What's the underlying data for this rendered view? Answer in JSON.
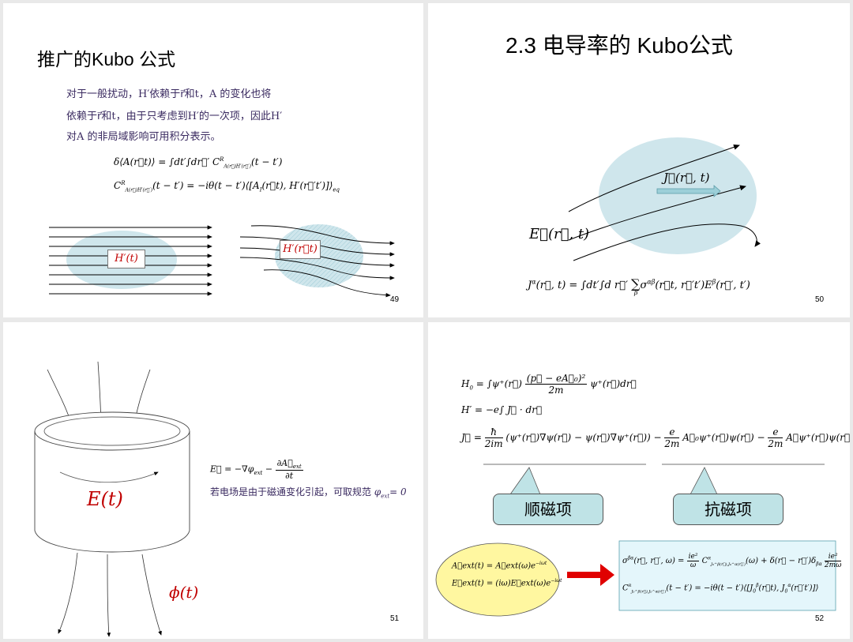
{
  "slides": [
    {
      "number": "49",
      "title": "推广的Kubo 公式",
      "lines": [
        "对于一般扰动，H′依赖于r⃗和t，A 的变化也将",
        "依赖于r⃗和t，由于只考虑到H′的一次项，因此H′",
        "对A 的非局域影响可用积分表示。"
      ],
      "eq1": "δ⟨A(r⃗t)⟩ = ∫dt′∫dr⃗′ C",
      "eq1_sup": "R",
      "eq1_sub": "A(r⃗)H′(r⃗′)",
      "eq1_tail": "(t − t′)",
      "eq2": "C",
      "eq2_sup": "R",
      "eq2_sub": "A(r⃗)H′(r⃗′)",
      "eq2_tail": "(t − t′) = −iθ(t − t′)⟨[A",
      "eq2_sub2": "I",
      "eq2_tail2": "(r⃗t), H′(r⃗′t′)]⟩",
      "eq2_sub3": "eq",
      "box_left": "H′(t)",
      "box_right": "H′(r⃗t)"
    },
    {
      "number": "50",
      "title": "2.3 电导率的 Kubo公式",
      "j_label": "J⃗(r⃗, t)",
      "e_label": "E⃗(r⃗, t)",
      "eq": "J",
      "eq_sup": "α",
      "eq_mid": "(r⃗, t) = ∫dt′∫d r⃗′",
      "eq_sum": "∑",
      "eq_sum_sub": "β",
      "eq_sigma": "σ",
      "eq_sigma_sup": "αβ",
      "eq_rest": "(r⃗t, r⃗′t′)E",
      "eq_rest_sup": "β",
      "eq_rest2": "(r⃗′, t′)"
    },
    {
      "number": "51",
      "e_label": "E(t)",
      "phi_label": "ϕ(t)",
      "eq_lhs": "E⃗ = −∇φ",
      "eq_lhs_sub": "ext",
      "eq_frac_num": "∂A⃗",
      "eq_frac_num_sub": "ext",
      "eq_frac_den": "∂t",
      "note": "若电场是由于磁通变化引起，可取规范",
      "note_phi": "φ",
      "note_phi_sub": "ext",
      "note_eq": "= 0"
    },
    {
      "number": "52",
      "h0": "H",
      "h0_sub": "0",
      "h0_mid": "= ∫ψ⁺(r⃗)",
      "h0_num": "(p⃗ − eA⃗₀)²",
      "h0_den": "2m",
      "h0_tail": "ψ⁺(r⃗)dr⃗",
      "hp": "H′ = −e∫ J⃗ · dr⃗",
      "j": "J⃗ =",
      "j_num1": "ħ",
      "j_den1": "2im",
      "j_mid": "(ψ⁺(r⃗)∇ψ(r⃗) − ψ(r⃗)∇ψ⁺(r⃗)) −",
      "j_num2": "e",
      "j_den2": "2m",
      "j_mid2": "A⃗₀ψ⁺(r⃗)ψ(r⃗) −",
      "j_num3": "e",
      "j_den3": "2m",
      "j_tail": "A⃗ψ⁺(r⃗)ψ(r⃗)",
      "callout_para": "顺磁项",
      "callout_dia": "抗磁项",
      "ellipse_l1": "A⃗ext(t) = A⃗ext(ω)e",
      "ellipse_l1_sup": "−iωt",
      "ellipse_l2": "E⃗ext(t) = (iω)E⃗ext(ω)e",
      "ellipse_l2_sup": "−iωt",
      "box_l1a": "σ",
      "box_l1a_sup": "βα",
      "box_l1b": "(r⃗, r⃗′, ω) =",
      "box_l1_frac_num": "ie²",
      "box_l1_frac_den": "ω",
      "box_l1c": "C",
      "box_l1c_sup": "R",
      "box_l1c_sub": "J₀^β(r⃗),J₀^α(r⃗′)",
      "box_l1d": "(ω) + δ(r⃗ − r⃗′)δ",
      "box_l1d_sub": "βα",
      "box_l1_frac2_num": "ie²",
      "box_l1_frac2_den": "2mω",
      "box_l2a": "C",
      "box_l2a_sup": "R",
      "box_l2a_sub": "J₀^β(r⃗),J₀^α(r⃗′)",
      "box_l2b": "(t − t′) = −iθ(t − t′)⟨[J",
      "box_l2b_sub": "0",
      "box_l2b_sup": "β",
      "box_l2c": "(r⃗t), J",
      "box_l2c_sub": "0",
      "box_l2c_sup": "α",
      "box_l2d": "(r⃗′t′)]⟩"
    }
  ],
  "colors": {
    "accent_red": "#c00000",
    "callout_fill": "#bfe3e6",
    "ellipse_fill": "#fff7a0",
    "eqbox_fill": "#e4f6fb",
    "arrow_red": "#e00000",
    "blob": "#cfe6ec"
  }
}
